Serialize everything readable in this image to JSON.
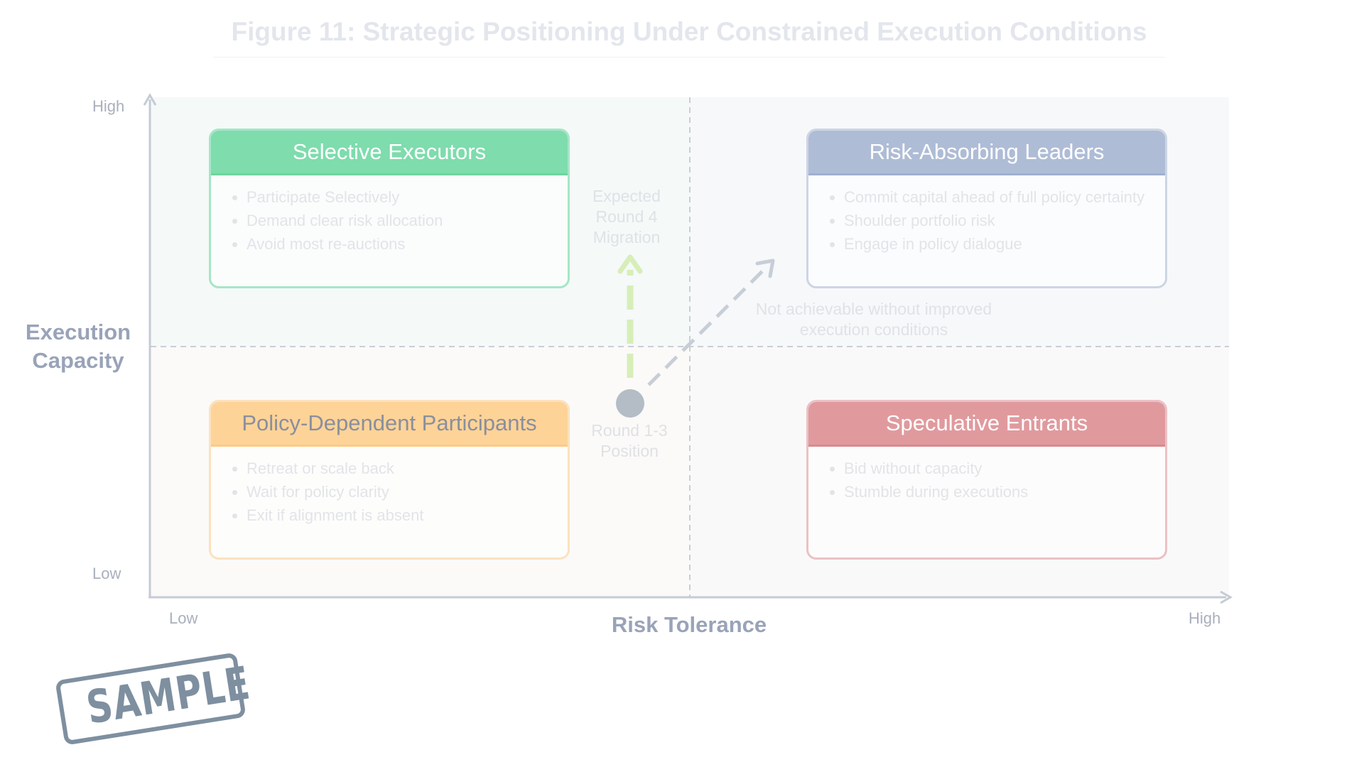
{
  "title": "Figure 11: Strategic Positioning Under Constrained Execution Conditions",
  "axes": {
    "y_title": "Execution Capacity",
    "x_title": "Risk Tolerance",
    "y_high": "High",
    "y_low": "Low",
    "x_low": "Low",
    "x_high": "High"
  },
  "quadrants": {
    "top_left": {
      "title": "Selective Executors",
      "bullets": [
        "Participate Selectively",
        "Demand clear risk allocation",
        "Avoid most re-auctions"
      ]
    },
    "top_right": {
      "title": "Risk-Absorbing Leaders",
      "bullets": [
        "Commit capital ahead of full policy certainty",
        "Shoulder portfolio risk",
        "Engage in policy dialogue"
      ]
    },
    "bottom_left": {
      "title": "Policy-Dependent Participants",
      "bullets": [
        "Retreat or scale back",
        "Wait for policy clarity",
        "Exit if alignment is absent"
      ]
    },
    "bottom_right": {
      "title": "Speculative Entrants",
      "bullets": [
        "Bid without capacity",
        "Stumble during executions"
      ]
    }
  },
  "annotations": {
    "expected_migration": "Expected Round 4 Migration",
    "current_position": "Round 1-3 Position",
    "not_achievable": "Not achievable without improved execution conditions"
  },
  "colors": {
    "selective": "#7edcad",
    "leaders": "#aebcd6",
    "policy_dependent": "#fdd398",
    "speculative": "#e09a9e",
    "migration_arrow": "#d7eeb8",
    "blocked_arrow": "#c8ced8",
    "position_dot": "#b4bcc6"
  },
  "watermark": "SAMPLE"
}
